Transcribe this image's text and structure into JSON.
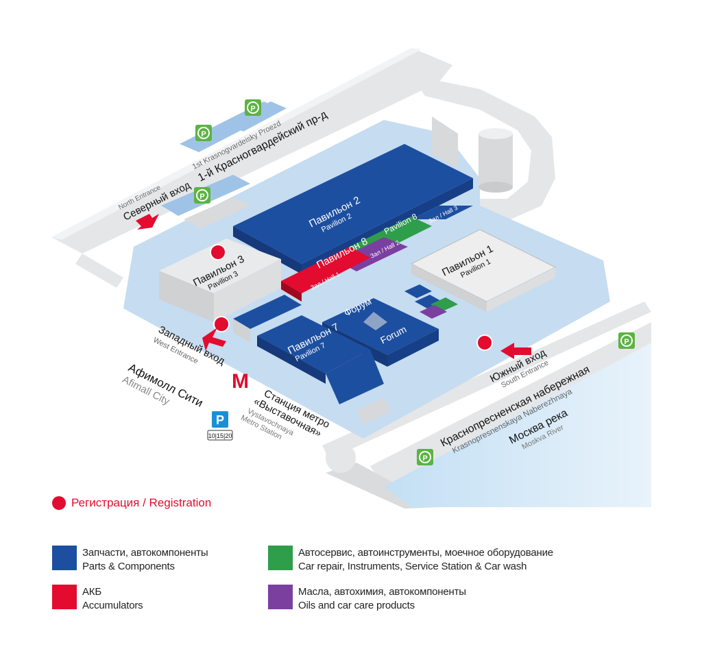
{
  "map": {
    "street_north_ru": "1-й Красногвардейский пр-д",
    "street_north_en": "1st Krasnogvardeisky Proezd",
    "north_entrance_ru": "Северный вход",
    "north_entrance_en": "North Entrance",
    "west_entrance_ru": "Западный вход",
    "west_entrance_en": "West Entrance",
    "south_entrance_ru": "Южный вход",
    "south_entrance_en": "South Entrance",
    "afimall_ru": "Афимолл Сити",
    "afimall_en": "Afimall City",
    "metro_ru_1": "Станция метро",
    "metro_ru_2": "«Выставочная»",
    "metro_en_1": "Vystavochnaya",
    "metro_en_2": "Metro Station",
    "metro_letter": "M",
    "parking_letter": "P",
    "bus_numbers": "10|15|20",
    "embankment_ru": "Краснопресненская набережная",
    "embankment_en": "Krasnopresnenskaya Naberezhnaya",
    "river_ru": "Москва река",
    "river_en": "Moskva River",
    "pavilion2_ru": "Павильон 2",
    "pavilion2_en": "Pavilion 2",
    "pavilion3_ru": "Павильон 3",
    "pavilion3_en": "Pavilion 3",
    "pavilion1_ru": "Павильон 1",
    "pavilion1_en": "Pavilion 1",
    "pavilion7_ru": "Павильон 7",
    "pavilion7_en": "Pavilion 7",
    "pavilion8a_ru": "Павильон 8",
    "pavilion8b_en": "Pavilion 8",
    "hall1": "Зал / Hall 1",
    "hall2": "Зал / Hall 2",
    "hall3": "Зал / Hall 3",
    "forum_ru": "Форум",
    "forum_en": "Forum"
  },
  "legend": {
    "registration": "Регистрация / Registration",
    "items": [
      {
        "ru": "Запчасти, автокомпоненты",
        "en": "Parts & Components",
        "color": "#1d4fa0"
      },
      {
        "ru": "АКБ",
        "en": "Accumulators",
        "color": "#e30b2f"
      },
      {
        "ru": "Автосервис, автоинструменты, моечное оборудование",
        "en": "Car repair, Instruments, Service Station & Car wash",
        "color": "#2e9e4a"
      },
      {
        "ru": "Масла, автохимия, автокомпоненты",
        "en": "Oils and car care products",
        "color": "#7b3fa0"
      }
    ]
  },
  "colors": {
    "blue": "#1d4fa0",
    "red": "#e30b2f",
    "green": "#2e9e4a",
    "purple": "#7b3fa0",
    "ground": "#c6dcf0",
    "road": "#e4e6e8",
    "river": "#cfe6f6",
    "parking_green": "#5bb342"
  }
}
